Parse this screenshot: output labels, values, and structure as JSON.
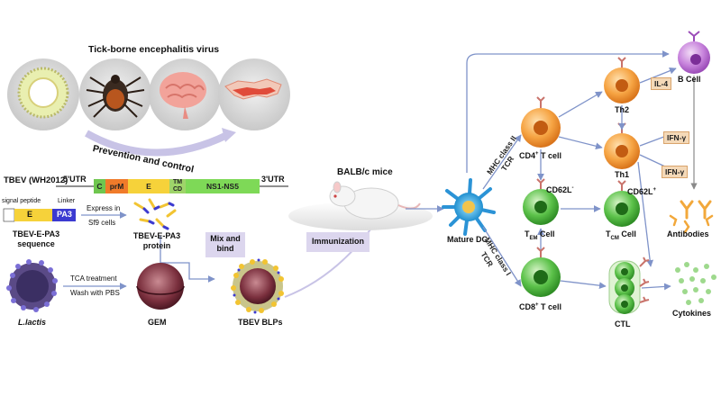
{
  "top": {
    "title": "Tick-borne encephalitis virus",
    "prevention": "Prevention and control"
  },
  "gene": {
    "strain": "TBEV (WH2012)",
    "utr5": "5'UTR",
    "utr3": "3'UTR",
    "segments": [
      "C",
      "prM",
      "E",
      "TM CD",
      "NS1-NS5"
    ]
  },
  "construct": {
    "signal_peptide": "signal peptide",
    "linker": "Linker",
    "e": "E",
    "pa3": "PA3",
    "name_line1": "TBEV-E-PA3",
    "name_line2": "sequence",
    "express_line1": "Express in",
    "express_line2": "Sf9 cells",
    "protein_line1": "TBEV-E-PA3",
    "protein_line2": "protein",
    "mix_line1": "Mix and",
    "mix_line2": "bind"
  },
  "gem": {
    "tca": "TCA treatment",
    "wash": "Wash with PBS",
    "lactis": "L.lactis",
    "gem": "GEM",
    "blps": "TBEV BLPs"
  },
  "mice": {
    "label": "BALB/c mice",
    "immunization": "Immunization"
  },
  "immune": {
    "mature_dc": "Mature DC",
    "mhc2": "MHC class II",
    "tcr": "TCR",
    "mhc1": "MHC class I",
    "cd4": "CD4",
    "cd4_suffix": " T cell",
    "cd8": "CD8",
    "cd8_suffix": " T cell",
    "th2": "Th2",
    "th1": "Th1",
    "b_cell": "B Cell",
    "il4": "IL-4",
    "ifn1": "IFN-γ",
    "ifn2": "IFN-γ",
    "cd62l_neg": "CD62L",
    "cd62l_pos": "CD62L",
    "tem": "T",
    "tem_sub": "EM",
    "tem_suffix": " Cell",
    "tcm": "T",
    "tcm_sub": "CM",
    "tcm_suffix": " Cell",
    "antibodies": "Antibodies",
    "ctl": "CTL",
    "cytokines": "Cytokines"
  }
}
